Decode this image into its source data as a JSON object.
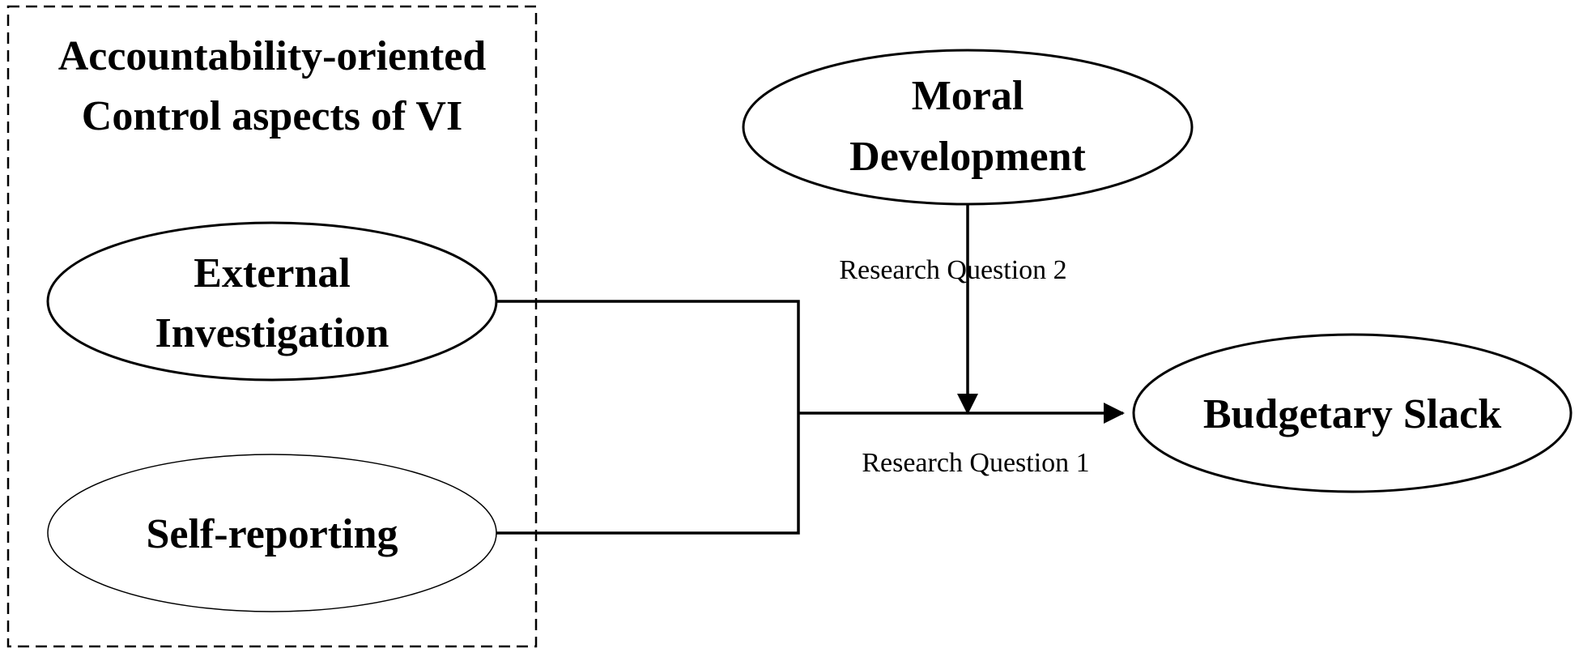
{
  "group": {
    "title_line1": "Accountability-oriented",
    "title_line2": "Control aspects of VI"
  },
  "nodes": {
    "external": {
      "line1": "External",
      "line2": "Investigation"
    },
    "self_reporting": {
      "label": "Self-reporting"
    },
    "moral": {
      "line1": "Moral",
      "line2": "Development"
    },
    "budgetary": {
      "label": "Budgetary Slack"
    }
  },
  "edges": {
    "rq1": "Research Question 1",
    "rq2": "Research Question 2"
  },
  "colors": {
    "stroke": "#000000",
    "background": "#ffffff"
  }
}
